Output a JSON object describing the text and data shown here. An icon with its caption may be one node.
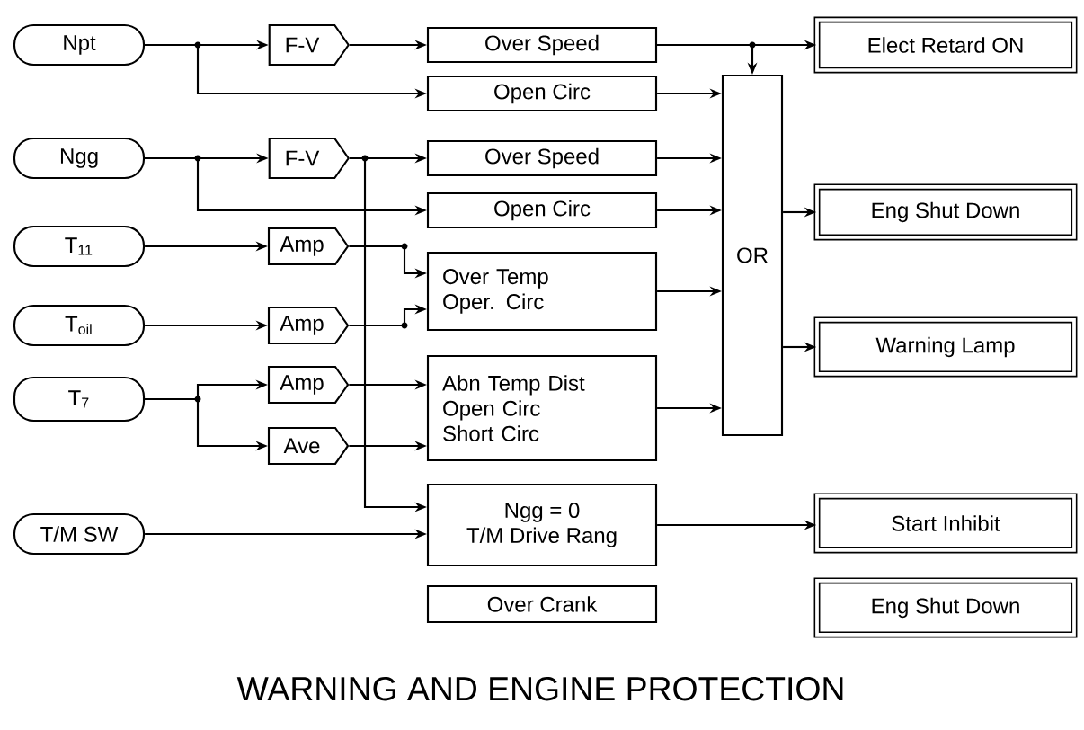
{
  "diagram": {
    "title": "WARNING AND ENGINE PROTECTION",
    "nodes": [
      {
        "text": [
          "Npt"
        ]
      },
      {
        "text": [
          "F-V"
        ]
      },
      {
        "text": [
          "Over Speed"
        ]
      },
      {
        "text": [
          "Elect Retard ON"
        ]
      },
      {
        "text": [
          "Open Circ"
        ]
      },
      {
        "text": [
          "Ngg"
        ]
      },
      {
        "text": [
          "F-V"
        ]
      },
      {
        "text": [
          "Over Speed"
        ]
      },
      {
        "text": [
          "Open Circ"
        ]
      },
      {
        "text": [
          "OR"
        ]
      },
      {
        "text": [
          "Eng Shut Down"
        ]
      },
      {
        "text": [
          "T$_{11}$"
        ]
      },
      {
        "text": [
          "Amp"
        ]
      },
      {
        "text": [
          "Over Temp",
          "Oper. Circ"
        ]
      },
      {
        "text": [
          "T$_{oil}$"
        ]
      },
      {
        "text": [
          "Amp"
        ]
      },
      {
        "text": [
          "Warning Lamp"
        ]
      },
      {
        "text": [
          "T$_{7}$"
        ]
      },
      {
        "text": [
          "Amp"
        ]
      },
      {
        "text": [
          "Ave"
        ]
      },
      {
        "text": [
          "Abn Temp Dist",
          "Open Circ",
          "Short Circ"
        ]
      },
      {
        "text": [
          "T/M SW"
        ]
      },
      {
        "text": [
          "Ngg = 0",
          "T/M Drive Rang"
        ]
      },
      {
        "text": [
          "Start Inhibit"
        ]
      },
      {
        "text": [
          "Over Crank"
        ]
      },
      {
        "text": [
          "Eng Shut Down"
        ]
      }
    ],
    "edges": [
      {
        "from": 0,
        "to": 1,
        "arrow": "to"
      },
      {
        "from": 0,
        "to": 4,
        "arrow": "to"
      },
      {
        "from": 1,
        "to": 2,
        "arrow": "to"
      },
      {
        "from": 2,
        "to": 3,
        "arrow": "to"
      },
      {
        "from": 2,
        "to": 9,
        "arrow": "to"
      },
      {
        "from": 4,
        "to": 9,
        "arrow": "to"
      },
      {
        "from": 5,
        "to": 6,
        "arrow": "to"
      },
      {
        "from": 5,
        "to": 8,
        "arrow": "to"
      },
      {
        "from": 6,
        "to": 7,
        "arrow": "to"
      },
      {
        "from": 6,
        "to": 22,
        "arrow": "to"
      },
      {
        "from": 7,
        "to": 9,
        "arrow": "to"
      },
      {
        "from": 8,
        "to": 9,
        "arrow": "to"
      },
      {
        "from": 11,
        "to": 12,
        "arrow": "to"
      },
      {
        "from": 12,
        "to": 13,
        "arrow": "to"
      },
      {
        "from": 14,
        "to": 15,
        "arrow": "to"
      },
      {
        "from": 15,
        "to": 13,
        "arrow": "to"
      },
      {
        "from": 17,
        "to": 18,
        "arrow": "to"
      },
      {
        "from": 17,
        "to": 19,
        "arrow": "to"
      },
      {
        "from": 18,
        "to": 20,
        "arrow": "to"
      },
      {
        "from": 19,
        "to": 20,
        "arrow": "to"
      },
      {
        "from": 13,
        "to": 9,
        "arrow": "to"
      },
      {
        "from": 20,
        "to": 9,
        "arrow": "to"
      },
      {
        "from": 9,
        "to": 10,
        "arrow": "to"
      },
      {
        "from": 9,
        "to": 16,
        "arrow": "to"
      },
      {
        "from": 21,
        "to": 22,
        "arrow": "to"
      },
      {
        "from": 22,
        "to": 23,
        "arrow": "to"
      }
    ]
  }
}
